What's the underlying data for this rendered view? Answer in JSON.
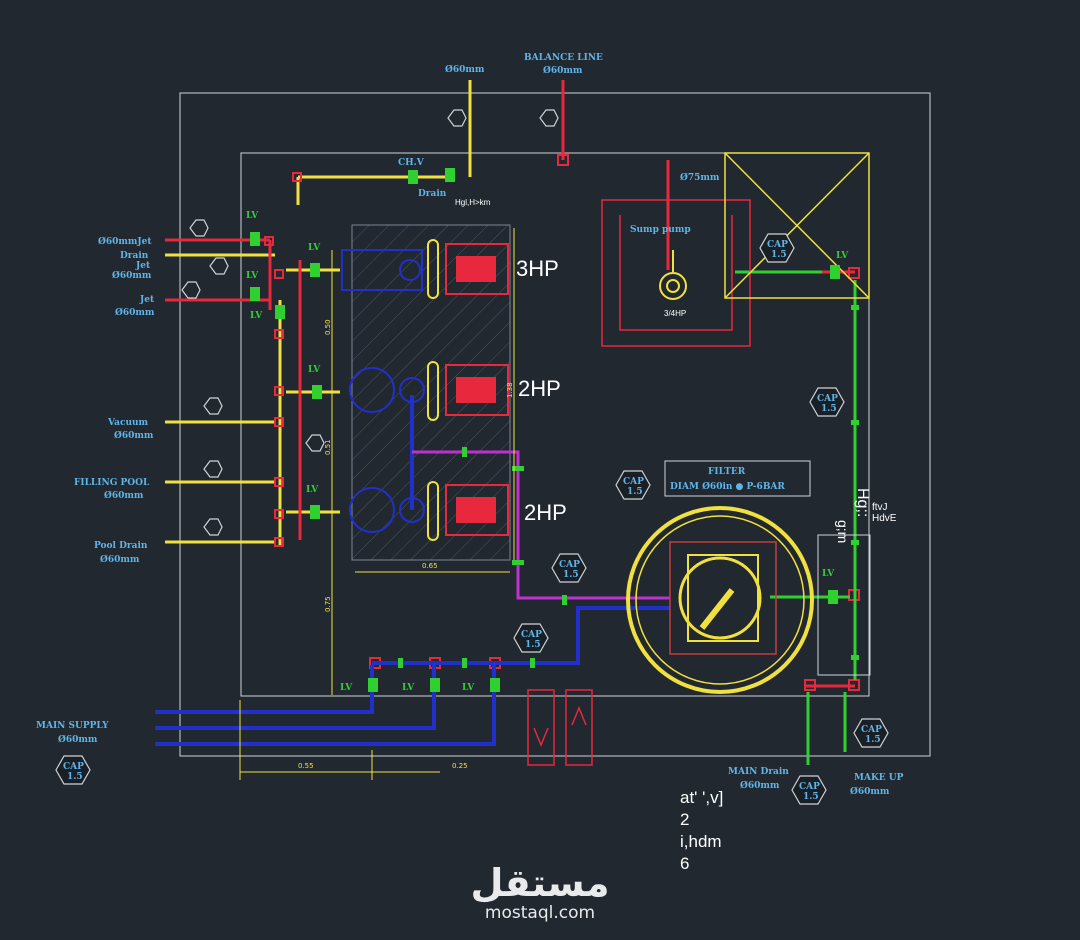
{
  "pump_labels": {
    "pump1": "3HP",
    "pump2": "2HP",
    "pump3": "2HP",
    "sump": "3/4HP"
  },
  "pipe_labels": {
    "top_left": "Ø60mm",
    "balance_line": "BALANCE LINE",
    "balance_size": "Ø60mm",
    "jet1": "Ø60mmJet",
    "drain_jet": "Drain",
    "drain_jet2": "Jet",
    "drain_jet_size": "Ø60mm",
    "jet": "Jet",
    "jet_size": "Ø60mm",
    "vacuum": "Vacuum",
    "vacuum_size": "Ø60mm",
    "filling_pool": "FILLING POOL",
    "filling_size": "Ø60mm",
    "pool_drain": "Pool Drain",
    "pool_drain_size": "Ø60mm",
    "main_supply": "MAIN SUPPLY",
    "main_supply_size": "Ø60mm",
    "main_drain": "MAIN Drain",
    "main_drain_size": "Ø60mm",
    "make_up": "MAKE UP",
    "make_up_size": "Ø60mm",
    "sump_pipe": "Ø75mm",
    "sump_pump": "Sump pump",
    "chk_v": "CH.V",
    "drain_top": "Drain",
    "garbled_top": "Hgl,H>km"
  },
  "valve_label": "LV",
  "cap_label": "CAP",
  "cap_sub": "1.5",
  "filter": {
    "title": "FILTER",
    "spec": "DIAM Ø60in ● P-6BAR"
  },
  "dimensions": {
    "d050": "0.50",
    "d051": "0.51",
    "d075": "0.75",
    "d138": "1.38",
    "d065": "0.65",
    "d055": "0.55",
    "d025": "0.25"
  },
  "garbled_notes": [
    "at' ',v]",
    "2",
    "i,hdm",
    "6"
  ],
  "side_notes": {
    "a": "g;m",
    "b": "ftvJ",
    "c": "HdvE",
    "d": "Hg;:"
  },
  "watermark": {
    "arabic": "مستقل",
    "url": "mostaql.com"
  },
  "colors": {
    "background": "#212830",
    "yellow": "#f0e040",
    "red": "#e8283c",
    "blue": "#2030c8",
    "green": "#30d030",
    "magenta": "#c030d0",
    "label": "#5fb4e8"
  }
}
